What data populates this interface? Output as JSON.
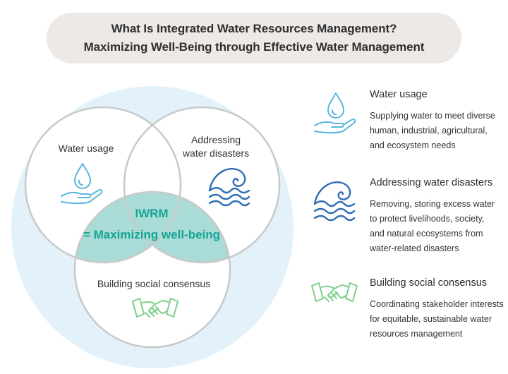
{
  "header": {
    "title_line1": "What Is Integrated Water Resources Management?",
    "title_line2": "Maximizing Well-Being through Effective Water Management"
  },
  "venn": {
    "water_usage": "Water usage",
    "disasters_line1": "Addressing",
    "disasters_line2": "water disasters",
    "consensus": "Building social consensus",
    "center_line1": "IWRM",
    "center_line2": "= Maximizing well-being"
  },
  "legend": {
    "items": [
      {
        "title": "Water usage",
        "desc": [
          "Supplying water to meet diverse",
          "human, industrial, agricultural,",
          "and ecosystem needs"
        ],
        "icon": "water-drop-hand-icon"
      },
      {
        "title": "Addressing water disasters",
        "desc": [
          "Removing, storing excess water",
          "to protect livelihoods, society,",
          "and natural ecosystems from",
          "water-related disasters"
        ],
        "icon": "wave-icon"
      },
      {
        "title": "Building social consensus",
        "desc": [
          "Coordinating stakeholder interests",
          "for equitable, sustainable water",
          "resources management"
        ],
        "icon": "handshake-icon"
      }
    ]
  },
  "colors": {
    "background_circle": "#e3f1fa",
    "circle_fill": "#ffffff",
    "circle_stroke": "#c9c9c9",
    "center_fill": "#a9dcd6",
    "center_text": "#15a596",
    "water_icon": "#5bb5de",
    "wave_icon": "#2f6db5",
    "handshake_icon": "#7ccf8a"
  }
}
